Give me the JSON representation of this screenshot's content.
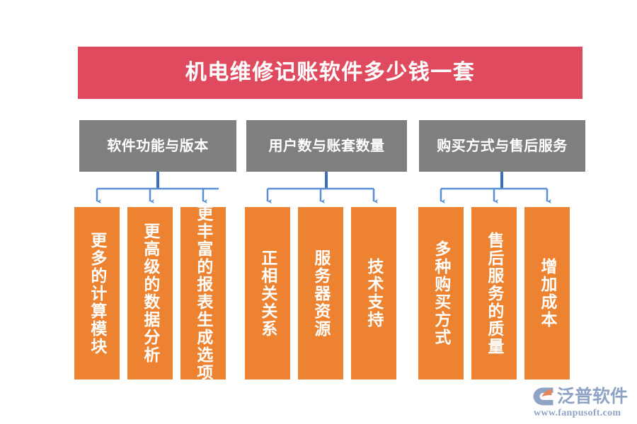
{
  "page": {
    "title": "机电维修记账软件多少钱一套",
    "colors": {
      "banner": "#E04A5E",
      "category": "#7F7F7F",
      "leaf": "#ED8331",
      "connector_stem": "#3A6FBF",
      "connector_arrow": "#5B8FD4",
      "logo": "#8FA4C4",
      "background": "#FFFFFF"
    }
  },
  "banner": {
    "text": "机电维修记账软件多少钱一套"
  },
  "categories": [
    {
      "label": "软件功能与版本"
    },
    {
      "label": "用户数与账套数量"
    },
    {
      "label": "购买方式与售后服务"
    }
  ],
  "leaves": [
    {
      "label": "更多的计算模块",
      "group": 0
    },
    {
      "label": "更高级的数据分析",
      "group": 0
    },
    {
      "label": "更丰富的报表生成选项",
      "group": 0
    },
    {
      "label": "正相关关系",
      "group": 1
    },
    {
      "label": "服务器资源",
      "group": 1
    },
    {
      "label": "技术支持",
      "group": 1
    },
    {
      "label": "多种购买方式",
      "group": 2
    },
    {
      "label": "售后服务的质量",
      "group": 2
    },
    {
      "label": "增加成本",
      "group": 2
    }
  ],
  "logo": {
    "name": "泛普软件",
    "url": "www.fanpusoft.com",
    "mark": "fanpu-shield-icon"
  }
}
